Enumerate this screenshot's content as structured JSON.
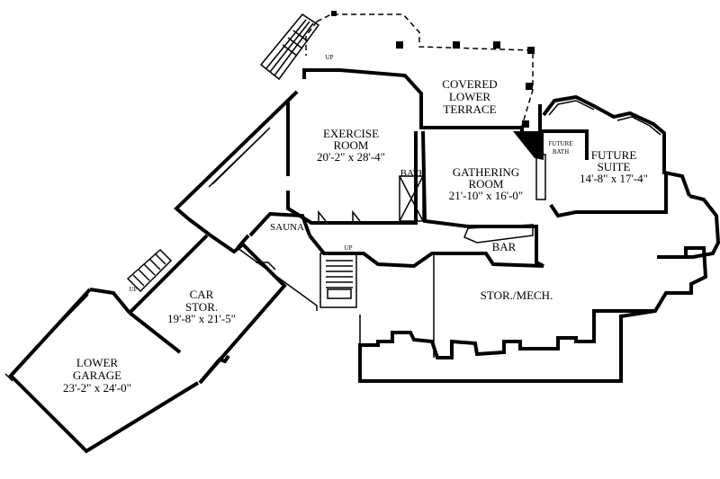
{
  "rooms": {
    "covered_terrace": {
      "line1": "COVERED",
      "line2": "LOWER",
      "line3": "TERRACE"
    },
    "exercise": {
      "line1": "EXERCISE",
      "line2": "ROOM",
      "dims": "20'-2\" x 28'-4\""
    },
    "gathering": {
      "line1": "GATHERING",
      "line2": "ROOM",
      "dims": "21'-10\" x 16'-0\""
    },
    "future_bath": {
      "line1": "FUTURE",
      "line2": "BATH"
    },
    "future_suite": {
      "line1": "FUTURE",
      "line2": "SUITE",
      "dims": "14'-8\" x 17'-4\""
    },
    "bath": {
      "label": "BATH"
    },
    "sauna": {
      "label": "SAUNA"
    },
    "bar": {
      "label": "BAR"
    },
    "stor_mech": {
      "label": "STOR./MECH."
    },
    "car_stor": {
      "line1": "CAR",
      "line2": "STOR.",
      "dims": "19'-8\" x 21'-5\""
    },
    "lower_garage": {
      "line1": "LOWER",
      "line2": "GARAGE",
      "dims": "23'-2\" x 24'-0\""
    }
  },
  "stairs": {
    "up_label": "UP"
  }
}
